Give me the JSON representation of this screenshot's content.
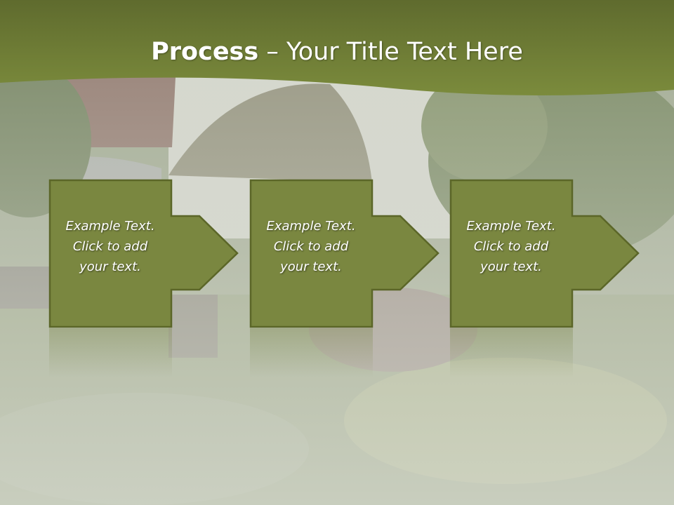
{
  "slide": {
    "title_bold": "Process",
    "title_rest": " – Your Title Text Here"
  },
  "steps": [
    {
      "text": "Example Text.\nClick  to add\nyour text."
    },
    {
      "text": "Example Text.\nClick  to add\nyour text."
    },
    {
      "text": "Example Text.\nClick  to add\nyour text."
    }
  ],
  "colors": {
    "banner": "#6f7f35",
    "box_fill": "#7a8740",
    "box_stroke": "#5b6628",
    "text": "#ffffff"
  }
}
